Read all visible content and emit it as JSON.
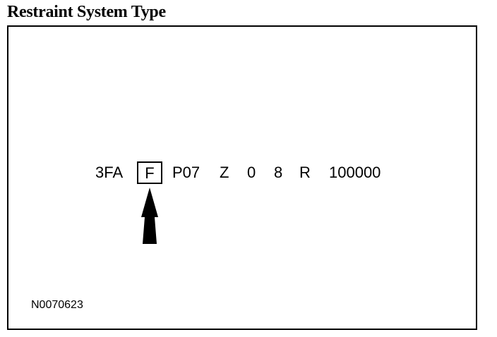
{
  "title": "Restraint System Type",
  "vin": {
    "segment_1": "3FA",
    "highlighted": "F",
    "segment_3": "P07",
    "segment_4": "Z",
    "segment_5": "0",
    "segment_6": "8",
    "segment_7": "R",
    "segment_8": "100000"
  },
  "figure_ref": "N0070623",
  "colors": {
    "ink": "#000000",
    "background": "#ffffff"
  },
  "icons": {
    "pointer": "arrow-up-icon"
  }
}
